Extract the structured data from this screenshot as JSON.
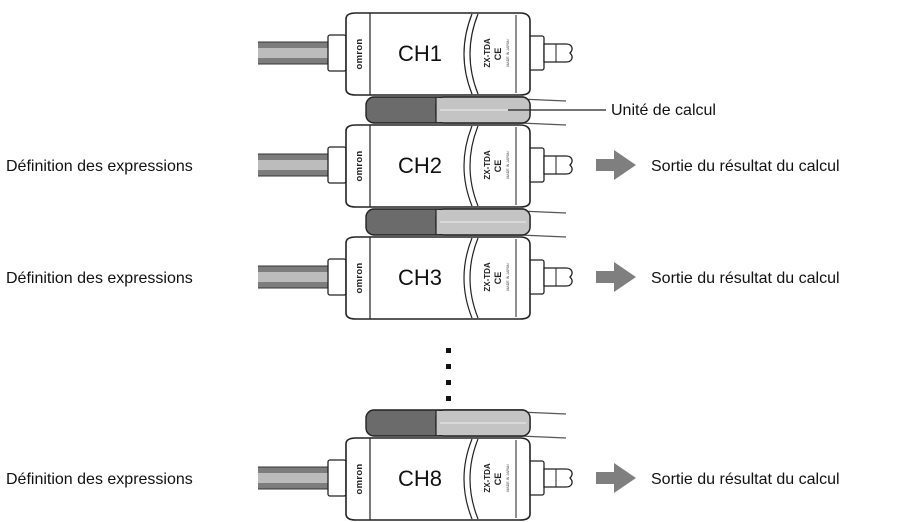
{
  "labels": {
    "calc_unit": "Unité de calcul",
    "input": "Définition des expressions",
    "output": "Sortie du résultat du calcul"
  },
  "units": [
    {
      "channel": "CH1",
      "has_input_label": false,
      "has_output_label": false
    },
    {
      "channel": "CH2",
      "has_input_label": true,
      "has_output_label": true
    },
    {
      "channel": "CH3",
      "has_input_label": true,
      "has_output_label": true
    },
    {
      "channel": "CH8",
      "has_input_label": true,
      "has_output_label": true
    }
  ],
  "device_text": {
    "brand": "omron",
    "model": "ZX-TDA",
    "mark": "CE",
    "made_in": "MADE IN JAPAN"
  },
  "colors": {
    "calc_dark": "#6b6b6b",
    "calc_light": "#c4c4c4",
    "cable_outer": "#7d7d7d",
    "cable_inner": "#bcbcbc",
    "arrow": "#7f7f7f",
    "outline": "#222222"
  }
}
